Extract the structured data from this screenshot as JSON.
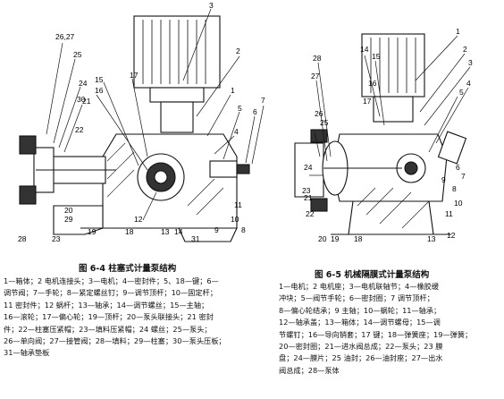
{
  "left": {
    "caption": "图 6-4   柱塞式计量泵结构",
    "legend": [
      "1—箱体；2  电机连接头；3—电机；4—密封件；5、18—键；6—",
      "调节阀；7—手轮；8—紧定螺丝钉；9—调节顶杆；10—固定杆；",
      "11   密封件；12   蜗杆；13—轴承；14—调节螺丝；15—主轴；",
      "16—滚轮；17—偏心轮；19—顶杆；20—泵头联接头；21   密封",
      "件；22—柱塞压紧帽；23—填料压紧帽；24   螺丝；25—泵头；",
      "26—单向阀；27—接管阀；28—填料；29—柱塞；30—泵头压板；",
      "31—轴承垫板"
    ],
    "labels": [
      "1",
      "2",
      "3",
      "4",
      "5",
      "6",
      "7",
      "8",
      "9",
      "10",
      "11",
      "12",
      "13",
      "14",
      "15",
      "16",
      "17",
      "18",
      "19",
      "20",
      "21",
      "22",
      "23",
      "24",
      "25",
      "26,27",
      "28",
      "29",
      "30",
      "31"
    ]
  },
  "right": {
    "caption": "图 6-5   机械隔膜式计量泵结构",
    "legend": [
      "1—电机；2  电机座；3—电机联轴节；4—橡胶缓",
      "冲块；5—阀节手轮；6—密封圈；7  调节顶杆；",
      "8—偏心轮结承；9  主轴；10—蜗轮；11—轴承；",
      "12—轴承盖；13—箱体；14—调节螺母；15—调",
      "节螺钉；16—导向销套；17  键；18—弹簧座；19—弹簧；",
      "20—密封圈；21—进水阀总成；22—泵头；23  膜",
      "盘；24—膜片；25  油封；26—油封座；27—出水",
      "阀总成；28—泵体"
    ],
    "labels": [
      "1",
      "2",
      "3",
      "4",
      "5",
      "6",
      "7",
      "8",
      "9",
      "10",
      "11",
      "12",
      "13",
      "14",
      "15",
      "16",
      "17",
      "18",
      "19",
      "20",
      "21",
      "22",
      "23",
      "24",
      "25",
      "26",
      "27",
      "28"
    ]
  }
}
